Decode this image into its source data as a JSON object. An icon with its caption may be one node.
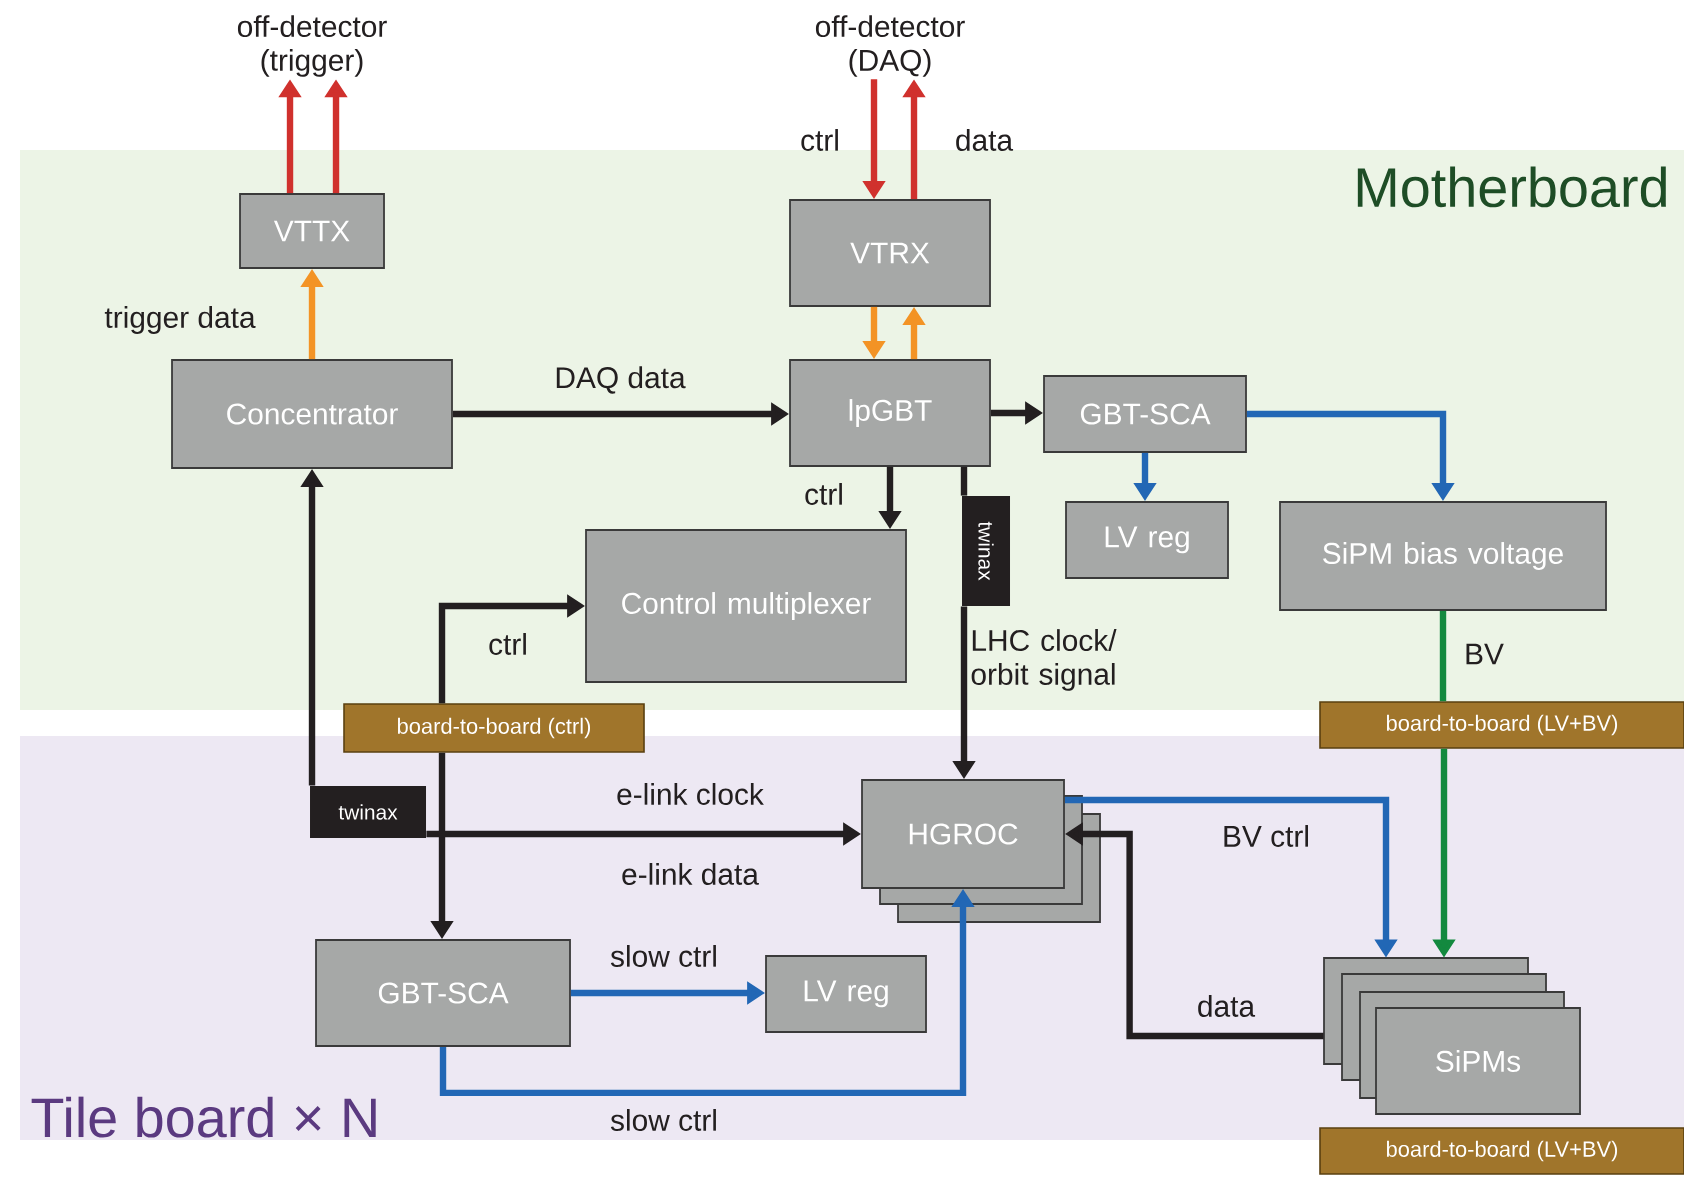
{
  "diagram": {
    "nodes": [
      {
        "text": [
          "Motherboard"
        ]
      },
      {
        "text": [
          "Tile board × N"
        ]
      },
      {
        "text": [
          "off-detector (trigger)"
        ]
      },
      {
        "text": [
          "off-detector (DAQ)"
        ]
      },
      {
        "text": [
          "VTTX"
        ],
        "in": 0
      },
      {
        "text": [
          "VTRX"
        ],
        "in": 0
      },
      {
        "text": [
          "Concentrator"
        ],
        "in": 0
      },
      {
        "text": [
          "lpGBT"
        ],
        "in": 0
      },
      {
        "text": [
          "GBT-SCA"
        ],
        "in": 0
      },
      {
        "text": [
          "twinax"
        ],
        "in": 0
      },
      {
        "text": [
          "LV reg"
        ],
        "in": 0
      },
      {
        "text": [
          "SiPM bias voltage"
        ],
        "in": 0
      },
      {
        "text": [
          "Control multiplexer"
        ],
        "in": 0
      },
      {
        "text": [
          "board-to-board (ctrl)"
        ]
      },
      {
        "text": [
          "board-to-board (LV+BV)"
        ]
      },
      {
        "text": [
          "twinax"
        ],
        "in": 1
      },
      {
        "text": [
          "HGROC"
        ],
        "in": 1
      },
      {
        "text": [
          "GBT-SCA"
        ],
        "in": 1
      },
      {
        "text": [
          "LV reg"
        ],
        "in": 1
      },
      {
        "text": [
          "SiPMs"
        ],
        "in": 1
      },
      {
        "text": [
          "board-to-board (LV+BV)"
        ]
      }
    ],
    "edges": [
      {
        "from": 4,
        "to": 2,
        "arrow": "to",
        "color": "#d0312d"
      },
      {
        "from": 4,
        "to": 2,
        "arrow": "to",
        "color": "#d0312d"
      },
      {
        "from": 3,
        "to": 5,
        "arrow": "to",
        "color": "#d0312d",
        "label": "ctrl"
      },
      {
        "from": 5,
        "to": 3,
        "arrow": "to",
        "color": "#d0312d",
        "label": "data"
      },
      {
        "from": 6,
        "to": 4,
        "arrow": "to",
        "color": "#f39325",
        "label": "trigger data"
      },
      {
        "from": 7,
        "to": 5,
        "arrow": "to",
        "color": "#f39325"
      },
      {
        "from": 5,
        "to": 7,
        "arrow": "to",
        "color": "#f39325"
      },
      {
        "from": 6,
        "to": 7,
        "arrow": "to",
        "label": "DAQ data"
      },
      {
        "from": 7,
        "to": 8,
        "arrow": "to"
      },
      {
        "from": 7,
        "to": 12,
        "arrow": "to",
        "label": "ctrl"
      },
      {
        "from": 7,
        "to": 9,
        "arrow": "none"
      },
      {
        "from": 9,
        "to": 16,
        "arrow": "to",
        "label": "LHC clock/ orbit signal"
      },
      {
        "from": 8,
        "to": 10,
        "arrow": "to",
        "color": "#2267b5"
      },
      {
        "from": 8,
        "to": 11,
        "arrow": "to",
        "color": "#2267b5"
      },
      {
        "from": 11,
        "to": 14,
        "arrow": "none",
        "color": "#13893f",
        "label": "BV"
      },
      {
        "from": 14,
        "to": 19,
        "arrow": "to",
        "color": "#13893f"
      },
      {
        "from": 13,
        "to": 12,
        "arrow": "to",
        "label": "ctrl"
      },
      {
        "from": 13,
        "to": 17,
        "arrow": "to"
      },
      {
        "from": 15,
        "to": 6,
        "arrow": "to"
      },
      {
        "from": 15,
        "to": 16,
        "arrow": "to",
        "label": "e-link clock"
      },
      {
        "from": 17,
        "to": 18,
        "arrow": "to",
        "color": "#2267b5",
        "label": "slow ctrl"
      },
      {
        "from": 17,
        "to": 16,
        "arrow": "to",
        "color": "#2267b5",
        "label": "slow ctrl"
      },
      {
        "from": 16,
        "to": 19,
        "arrow": "to",
        "color": "#2267b5",
        "label": "BV ctrl"
      },
      {
        "from": 19,
        "to": 16,
        "arrow": "to",
        "label": "data"
      }
    ],
    "labels": [
      "e-link data"
    ]
  }
}
